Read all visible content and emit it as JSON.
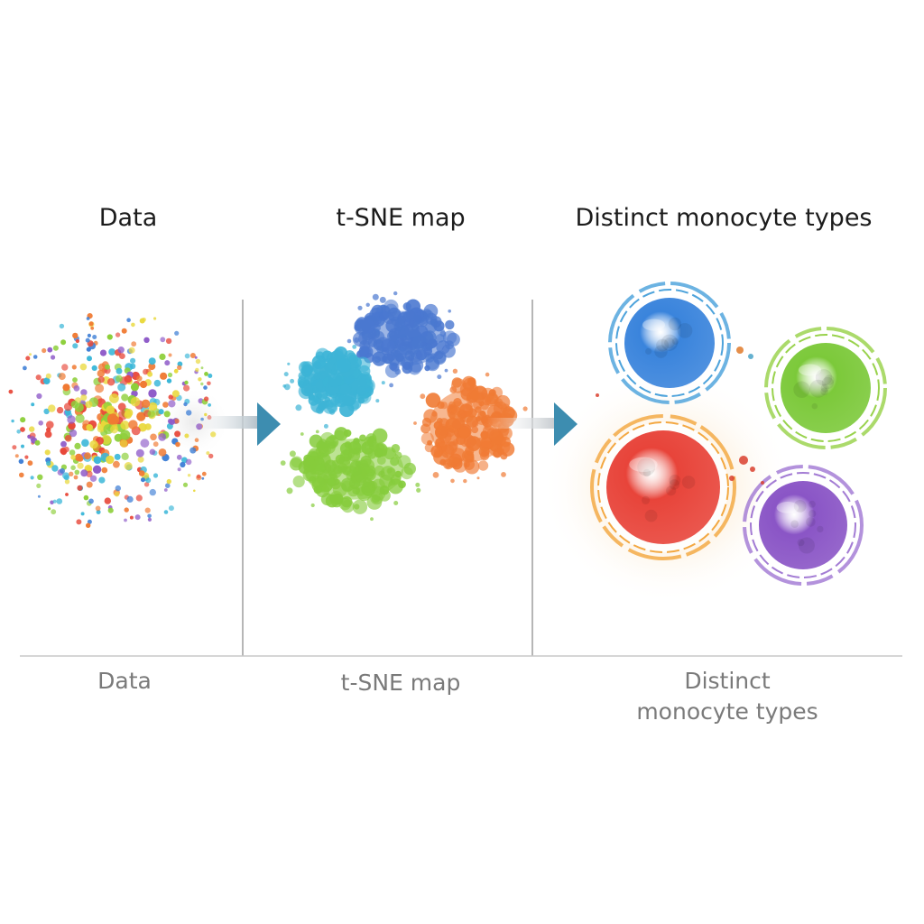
{
  "panels": [
    {
      "id": "data",
      "title": "Data",
      "caption_lines": [
        "Data"
      ]
    },
    {
      "id": "tsne",
      "title": "t-SNE map",
      "caption_lines": [
        "t-SNE map"
      ]
    },
    {
      "id": "types",
      "title": "Distinct monocyte types",
      "caption_lines": [
        "Distinct",
        "monocyte types"
      ]
    }
  ],
  "colors": {
    "arrow": "#3f8fb0",
    "divider": "#9a9a9a",
    "baseline": "#c8c8c8",
    "blue": "#3f7fd6",
    "cyan": "#39b6d8",
    "green": "#8dcf3a",
    "orange": "#f07a33",
    "red": "#e8483a",
    "purple": "#8e5ac8",
    "yellow": "#e9d83a"
  },
  "clusters": [
    {
      "name": "blue",
      "color": "#4a78d0"
    },
    {
      "name": "cyan",
      "color": "#3db4d6"
    },
    {
      "name": "green",
      "color": "#86cc3c"
    },
    {
      "name": "orange",
      "color": "#f07b35"
    }
  ],
  "cells": [
    {
      "name": "blue",
      "color": "#3a84dc",
      "ring": "#3b9ad8"
    },
    {
      "name": "green",
      "color": "#7cc93a",
      "ring": "#8fce3a"
    },
    {
      "name": "red",
      "color": "#e8443a",
      "ring": "#f2a030"
    },
    {
      "name": "purple",
      "color": "#8a55c6",
      "ring": "#9a6ed0"
    }
  ]
}
